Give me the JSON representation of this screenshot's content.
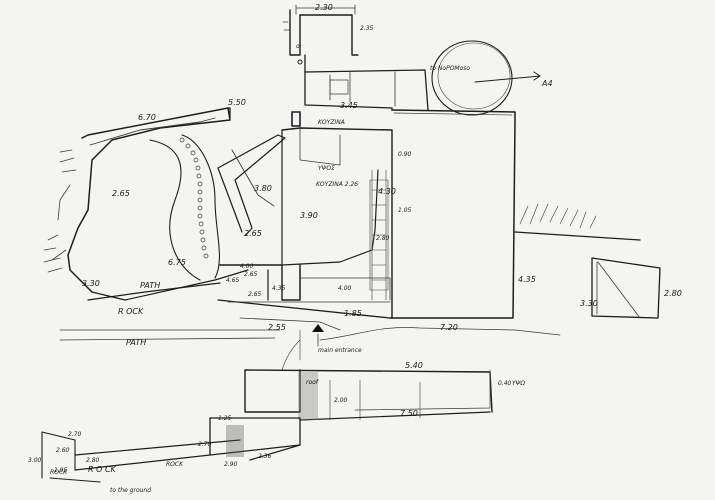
{
  "dims": {
    "top_box_w": "2.30",
    "top_box_h": "2.35",
    "roof_w": "5.50",
    "side_670": "6.70",
    "d_265": "2.65",
    "d_675": "6.75",
    "d_330": "3.30",
    "d_380": "3.80",
    "d_390": "3.90",
    "d_265b": "2.65",
    "d_345": "3.45",
    "d_255": "2.55",
    "d_185": "1.85",
    "d_720": "7.20",
    "d_435": "4.35",
    "d_400": "4.00",
    "d_280": "2.80",
    "d_330b": "3.30",
    "d_280b": "2.80",
    "d_430": "4.30",
    "d_105": "1.05",
    "d_090": "0.90",
    "d_465": "4.65",
    "d_265c": "2.65",
    "d_265d": "2.65",
    "d_435b": "4.35",
    "d_400b": "4.00",
    "sec_540": "5.40",
    "sec_750": "7.50",
    "sec_040": "0.40",
    "sec_200": "2.00",
    "sec_195": "1.95",
    "sec_270": "2.70",
    "sec_236": "2.36",
    "sec_260": "2.60",
    "sec_280": "2.80",
    "sec_290": "2.90",
    "sec_270b": "2.70",
    "sec_300": "3.00",
    "sec_125": "1.25"
  },
  "notes": {
    "to_nomos": "to NoPOMoso",
    "path": "PATH",
    "rock": "R OCK",
    "path2": "PATH",
    "main_entrance": "main\nentrance",
    "rock2": "R O CK",
    "rock3": "ROCK",
    "rock4": "ROCK",
    "roof": "roof",
    "kitchen": "ΚΟΥΖΙΝΑ",
    "kitchen2": "ΚΟΥΖΙΝΑ 2.26",
    "to_ground": "to the ground",
    "o": "o",
    "glyph_a": "Α4",
    "glyph_b": "ΥΨΩ",
    "glyph_c": "ΥΨΟΣ"
  }
}
